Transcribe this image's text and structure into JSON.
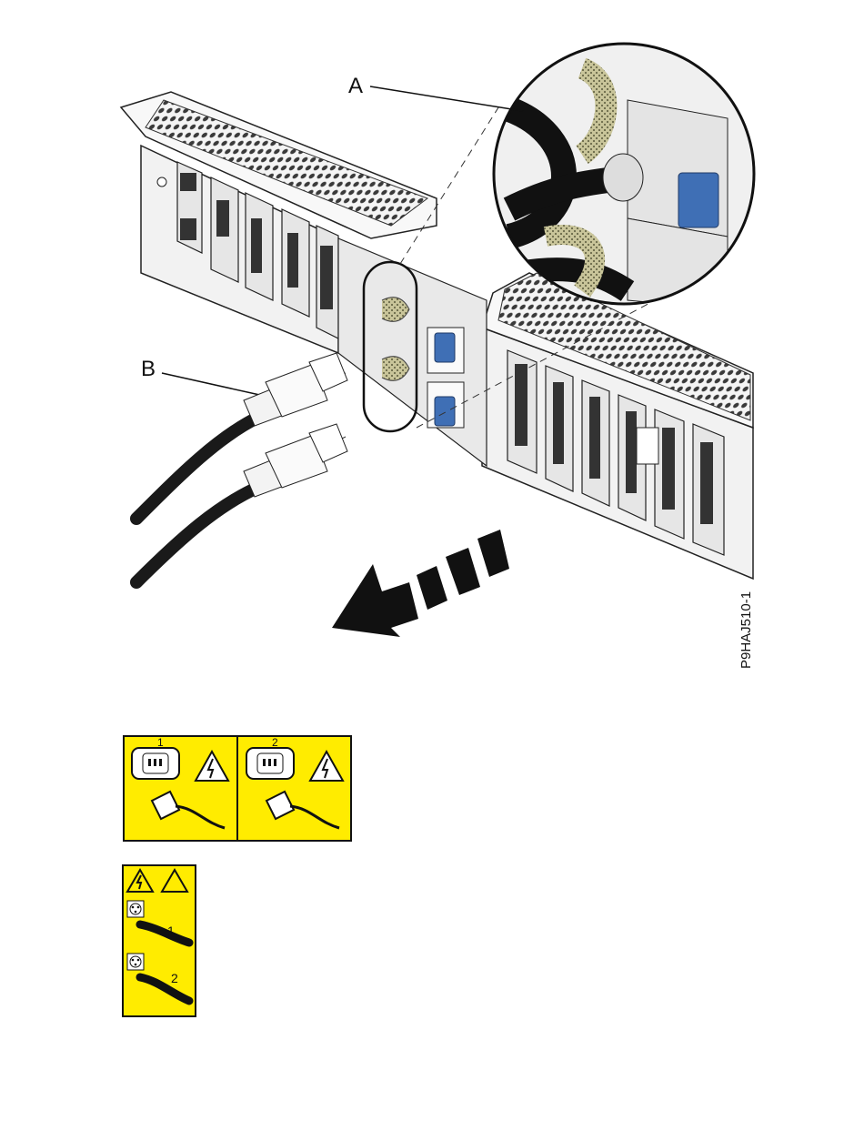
{
  "figure": {
    "callouts": {
      "a": "A",
      "b": "B"
    },
    "figure_id": "P9HAJ510-1"
  },
  "labels": {
    "ac_label": {
      "outlet_1": "1",
      "outlet_2": "2"
    },
    "dc_label": {
      "cord_1": "1",
      "cord_2": "2"
    }
  },
  "colors": {
    "latch_blue": "#3f6fb5",
    "label_yellow": "#ffec00",
    "cable_black": "#1a1a1a",
    "velcro_strap": "#b8b48c"
  },
  "icons": [
    "power-outlet-icon",
    "high-voltage-warning-icon",
    "caution-triangle-icon",
    "power-plug-icon"
  ]
}
